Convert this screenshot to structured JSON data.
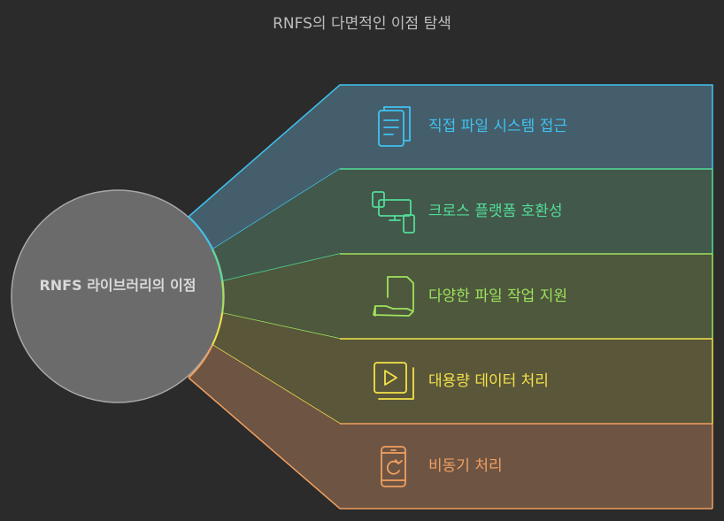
{
  "title": "RNFS의 다면적인 이점 탐색",
  "hub": {
    "label": "RNFS 라이브러리의 이점"
  },
  "items": [
    {
      "label": "직접 파일 시스템 접근",
      "icon": "document-icon",
      "color": "#3fc3f0",
      "fill": "#455e6b"
    },
    {
      "label": "크로스 플랫폼 호환성",
      "icon": "devices-icon",
      "color": "#53dd97",
      "fill": "#41584b"
    },
    {
      "label": "다양한 파일 작업 지원",
      "icon": "file-hand-icon",
      "color": "#9ee25e",
      "fill": "#4d583c"
    },
    {
      "label": "대용량 데이터 처리",
      "icon": "play-icon",
      "color": "#f2e24a",
      "fill": "#5a5639"
    },
    {
      "label": "비동기 처리",
      "icon": "phone-refresh-icon",
      "color": "#f0a060",
      "fill": "#6e5443"
    }
  ]
}
